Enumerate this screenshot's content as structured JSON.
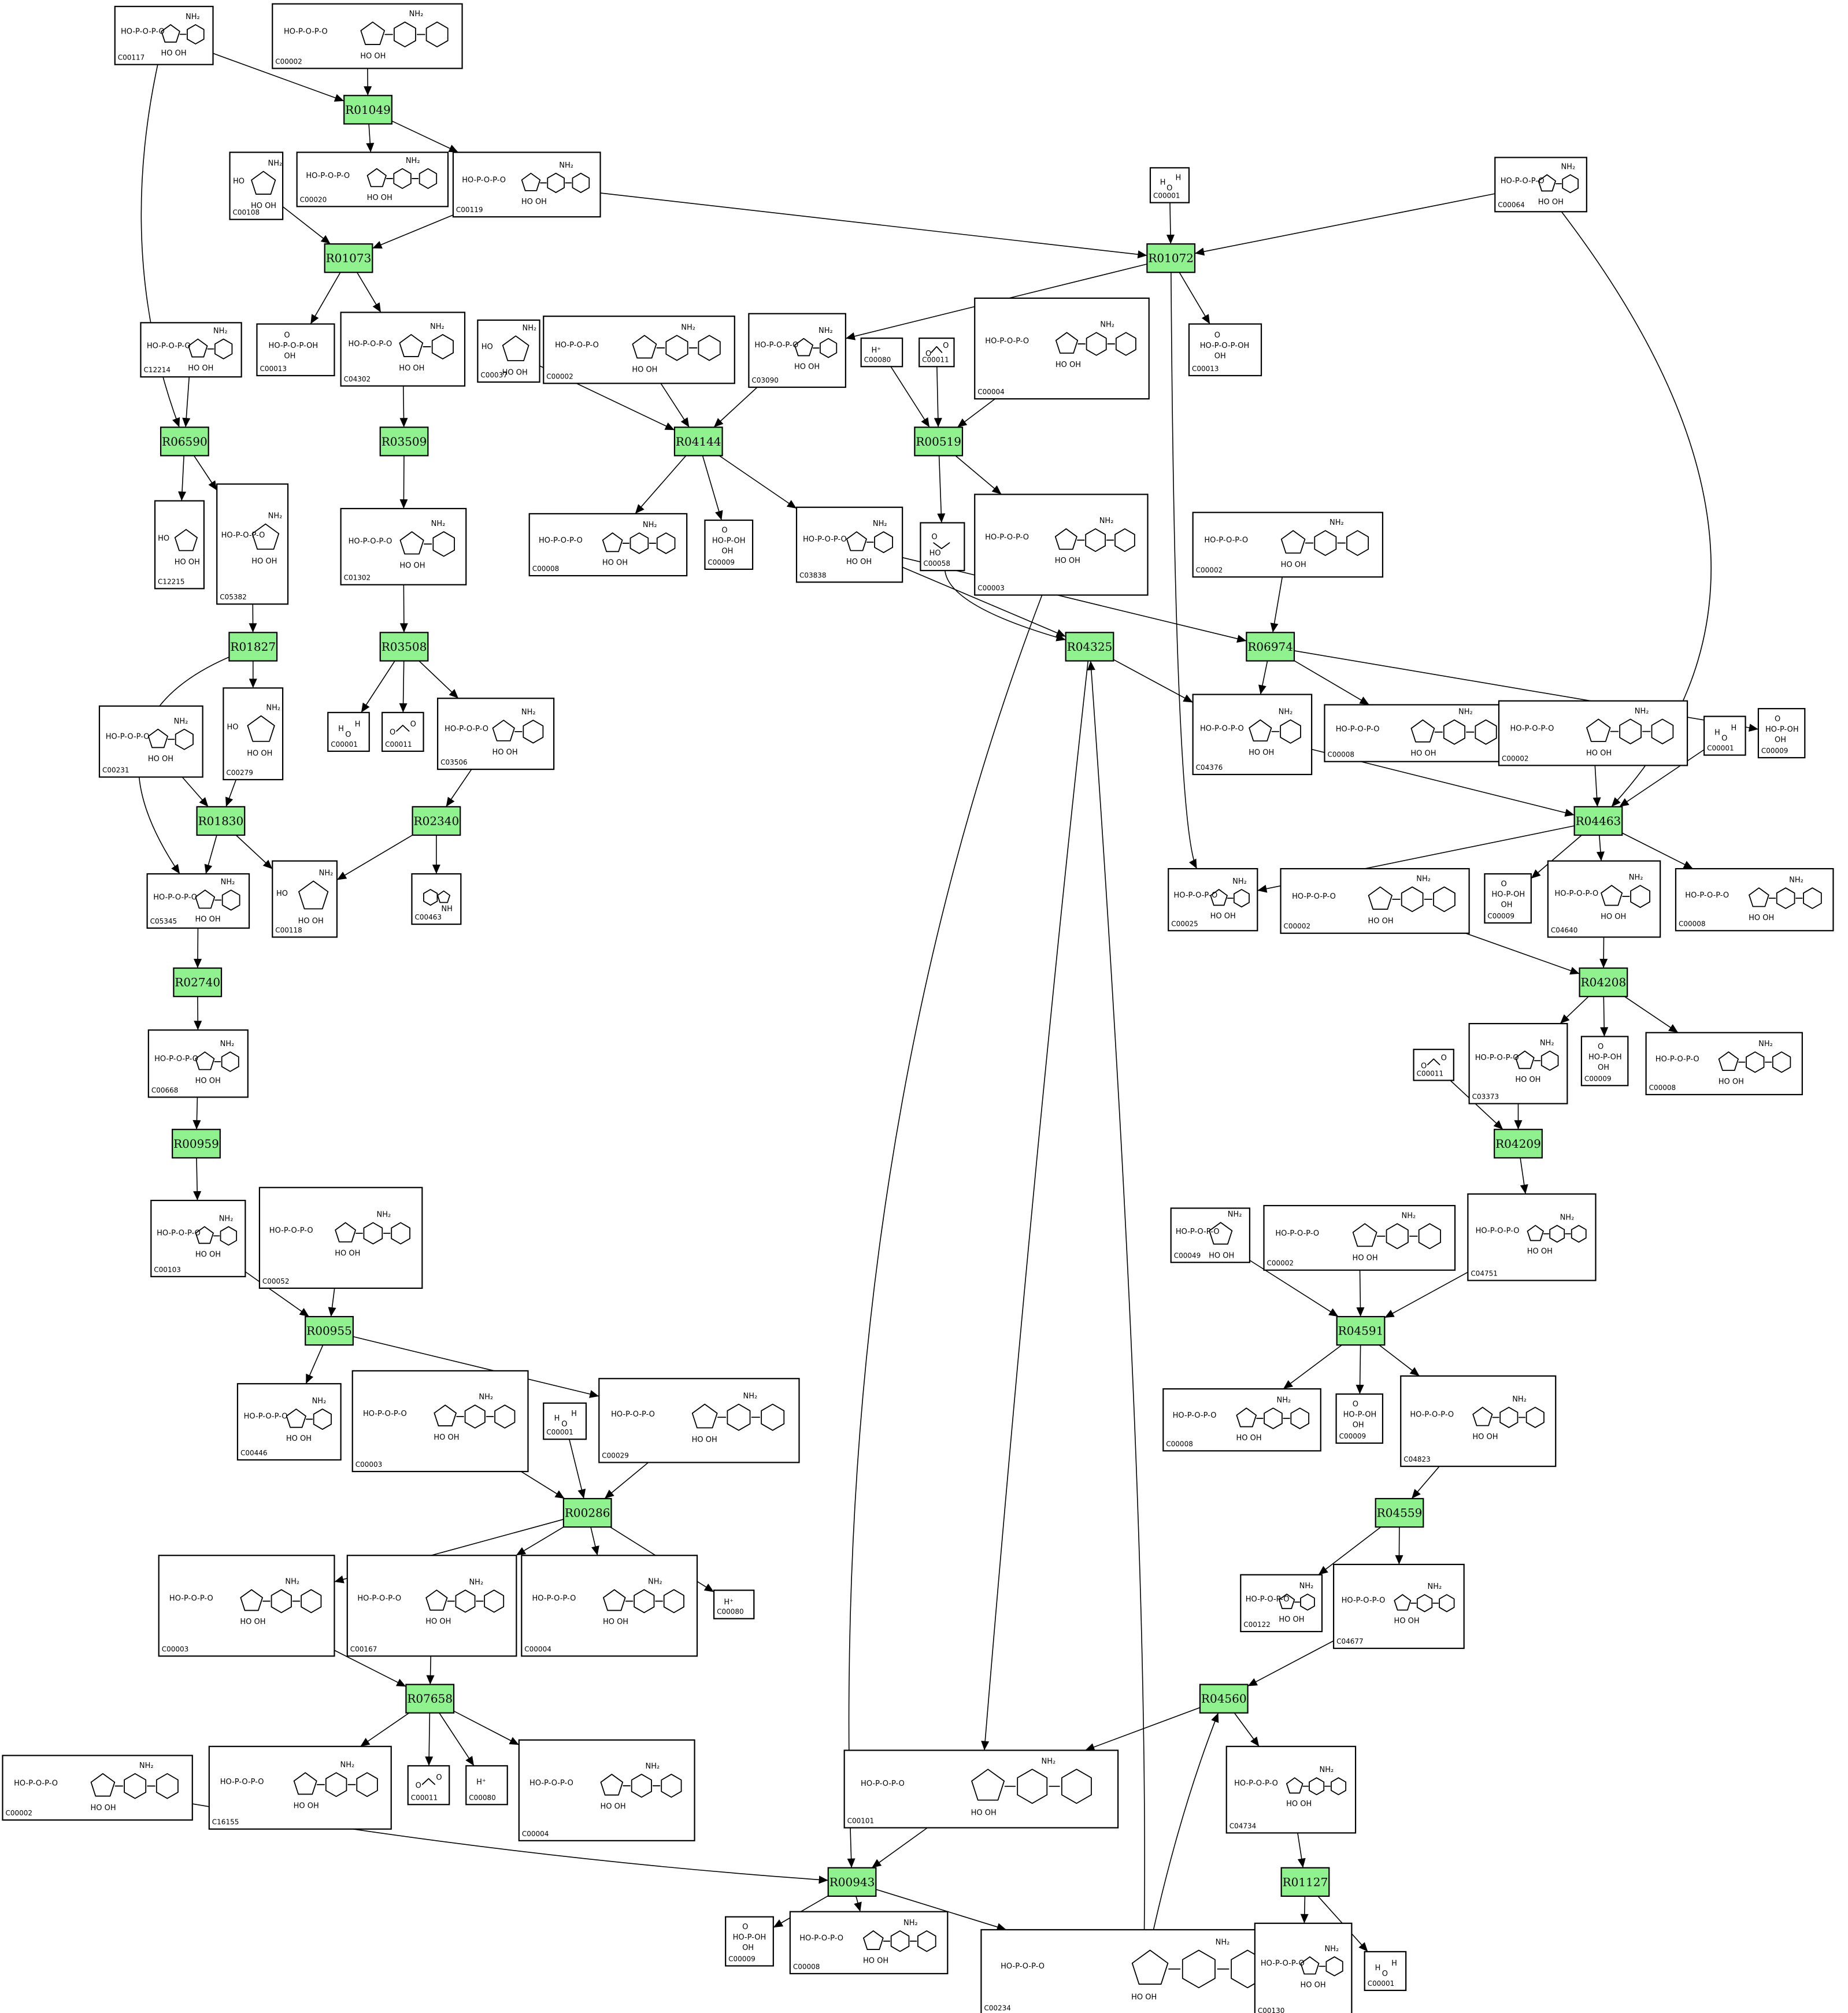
{
  "theme": {
    "reaction_fill": "#8ff28f",
    "border": "#000000",
    "background": "#ffffff"
  },
  "reactions": [
    {
      "id": "R01049"
    },
    {
      "id": "R01073"
    },
    {
      "id": "R01072"
    },
    {
      "id": "R06590"
    },
    {
      "id": "R03509"
    },
    {
      "id": "R04144"
    },
    {
      "id": "R00519"
    },
    {
      "id": "R01827"
    },
    {
      "id": "R03508"
    },
    {
      "id": "R04325"
    },
    {
      "id": "R06974"
    },
    {
      "id": "R01830"
    },
    {
      "id": "R02340"
    },
    {
      "id": "R04463"
    },
    {
      "id": "R02740"
    },
    {
      "id": "R04208"
    },
    {
      "id": "R00959"
    },
    {
      "id": "R04209"
    },
    {
      "id": "R00955"
    },
    {
      "id": "R04591"
    },
    {
      "id": "R00286"
    },
    {
      "id": "R04559"
    },
    {
      "id": "R07658"
    },
    {
      "id": "R04560"
    },
    {
      "id": "R00943"
    },
    {
      "id": "R01127"
    }
  ],
  "compounds": [
    {
      "label": "C00117",
      "shape": "ribose-5p"
    },
    {
      "label": "C00002",
      "shape": "atp"
    },
    {
      "label": "C00020",
      "shape": "amp"
    },
    {
      "label": "C00119",
      "shape": "prpp"
    },
    {
      "label": "C00108",
      "shape": "anthranilate"
    },
    {
      "label": "C00001",
      "shape": "water"
    },
    {
      "label": "C00064",
      "shape": "glutamine"
    },
    {
      "label": "C00013",
      "shape": "pyrophosphate"
    },
    {
      "label": "C04302",
      "shape": "prantranilate"
    },
    {
      "label": "C00013",
      "shape": "pyrophosphate"
    },
    {
      "label": "C12214",
      "shape": "amino-sugar-phosphate"
    },
    {
      "label": "C00037",
      "shape": "glycine"
    },
    {
      "label": "C00002",
      "shape": "atp"
    },
    {
      "label": "C03090",
      "shape": "prpa"
    },
    {
      "label": "C00080",
      "shape": "proton"
    },
    {
      "label": "C00011",
      "shape": "co2"
    },
    {
      "label": "C00004",
      "shape": "nadh"
    },
    {
      "label": "C12215",
      "shape": "linear-phosphate"
    },
    {
      "label": "C05382",
      "shape": "sedoheptulose-7p"
    },
    {
      "label": "C01302",
      "shape": "cdrp"
    },
    {
      "label": "C00008",
      "shape": "adp"
    },
    {
      "label": "C00009",
      "shape": "orthophosphate"
    },
    {
      "label": "C03838",
      "shape": "gar"
    },
    {
      "label": "C00058",
      "shape": "formate"
    },
    {
      "label": "C00003",
      "shape": "nad"
    },
    {
      "label": "C00002",
      "shape": "atp"
    },
    {
      "label": "C00231",
      "shape": "xylulose-5p"
    },
    {
      "label": "C00279",
      "shape": "erythrose-4p"
    },
    {
      "label": "C00001",
      "shape": "water"
    },
    {
      "label": "C00011",
      "shape": "co2"
    },
    {
      "label": "C03506",
      "shape": "indoleglycerol-p"
    },
    {
      "label": "C04376",
      "shape": "fgar"
    },
    {
      "label": "C00008",
      "shape": "adp"
    },
    {
      "label": "C00002",
      "shape": "atp"
    },
    {
      "label": "C00001",
      "shape": "water"
    },
    {
      "label": "C00009",
      "shape": "orthophosphate"
    },
    {
      "label": "C05345",
      "shape": "fructose-6p"
    },
    {
      "label": "C00118",
      "shape": "glyceraldehyde-3p"
    },
    {
      "label": "C00463",
      "shape": "indole"
    },
    {
      "label": "C00025",
      "shape": "glutamate"
    },
    {
      "label": "C00002",
      "shape": "atp"
    },
    {
      "label": "C00009",
      "shape": "orthophosphate"
    },
    {
      "label": "C04640",
      "shape": "fgam"
    },
    {
      "label": "C00008",
      "shape": "adp"
    },
    {
      "label": "C00668",
      "shape": "glucose-6p"
    },
    {
      "label": "C03373",
      "shape": "air"
    },
    {
      "label": "C00009",
      "shape": "orthophosphate"
    },
    {
      "label": "C00008",
      "shape": "adp"
    },
    {
      "label": "C00011",
      "shape": "co2"
    },
    {
      "label": "C00103",
      "shape": "glucose-1p"
    },
    {
      "label": "C00052",
      "shape": "udp-galactose"
    },
    {
      "label": "C04751",
      "shape": "cair"
    },
    {
      "label": "C00049",
      "shape": "aspartate"
    },
    {
      "label": "C00002",
      "shape": "atp"
    },
    {
      "label": "C00446",
      "shape": "galactose-1p"
    },
    {
      "label": "C00003",
      "shape": "nad"
    },
    {
      "label": "C00001",
      "shape": "water"
    },
    {
      "label": "C00029",
      "shape": "udp-glucose"
    },
    {
      "label": "C00008",
      "shape": "adp"
    },
    {
      "label": "C00009",
      "shape": "orthophosphate"
    },
    {
      "label": "C04823",
      "shape": "saicar"
    },
    {
      "label": "C00003",
      "shape": "nad"
    },
    {
      "label": "C00167",
      "shape": "udp-glucuronate"
    },
    {
      "label": "C00004",
      "shape": "nadh"
    },
    {
      "label": "C00080",
      "shape": "proton"
    },
    {
      "label": "C00122",
      "shape": "fumarate"
    },
    {
      "label": "C04677",
      "shape": "aicar"
    },
    {
      "label": "C00002",
      "shape": "atp"
    },
    {
      "label": "C16155",
      "shape": "udp-keto-sugar"
    },
    {
      "label": "C00011",
      "shape": "co2"
    },
    {
      "label": "C00080",
      "shape": "proton"
    },
    {
      "label": "C00004",
      "shape": "nadh"
    },
    {
      "label": "C00101",
      "shape": "thf"
    },
    {
      "label": "C04734",
      "shape": "faicar"
    },
    {
      "label": "C00009",
      "shape": "orthophosphate"
    },
    {
      "label": "C00008",
      "shape": "adp"
    },
    {
      "label": "C00234",
      "shape": "formyl-thf"
    },
    {
      "label": "C00130",
      "shape": "imp"
    },
    {
      "label": "C00001",
      "shape": "water"
    }
  ]
}
